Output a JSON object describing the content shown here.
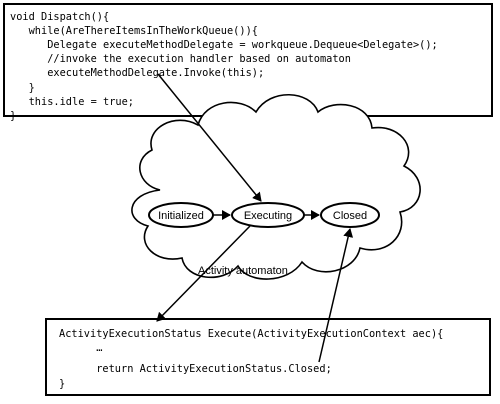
{
  "dispatch_code": {
    "lines": [
      "void Dispatch(){",
      "   while(AreThereItemsInTheWorkQueue()){",
      "      Delegate executeMethodDelegate = workqueue.Dequeue<Delegate>();",
      "      //invoke the execution handler based on automaton",
      "      executeMethodDelegate.Invoke(this);",
      "   }",
      "   this.idle = true;",
      "}"
    ]
  },
  "automaton": {
    "label": "Activity automaton",
    "states": [
      "Initialized",
      "Executing",
      "Closed"
    ]
  },
  "execute_code": {
    "lines": [
      "ActivityExecutionStatus Execute(ActivityExecutionContext aec){",
      "      …",
      "",
      "      return ActivityExecutionStatus.Closed;",
      "}"
    ]
  }
}
